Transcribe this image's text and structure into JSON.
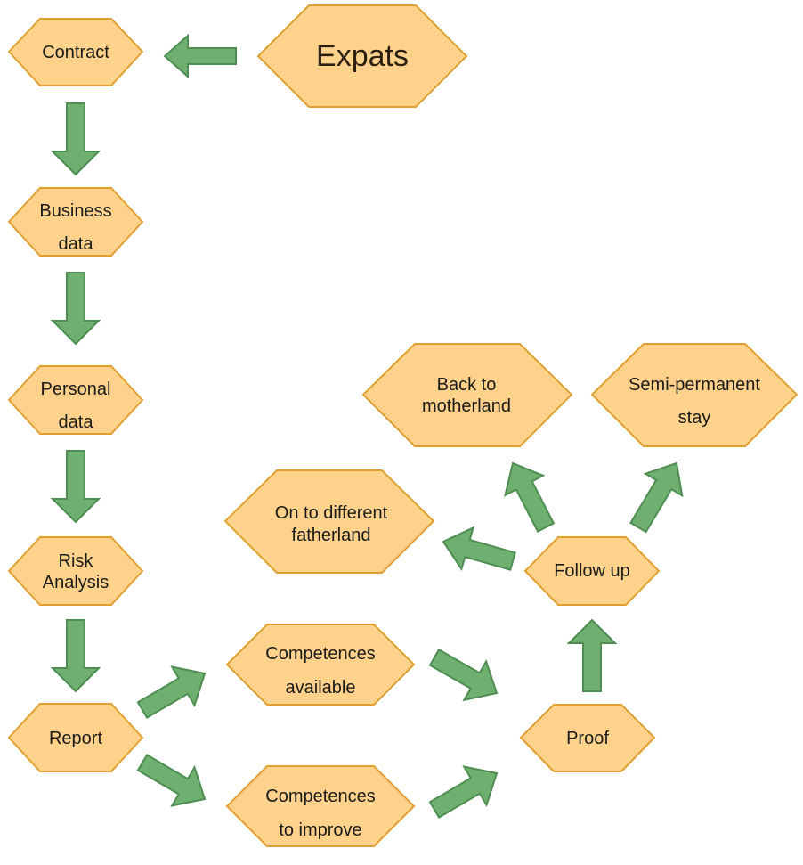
{
  "nodes": {
    "expats": [
      "Expats"
    ],
    "contract": [
      "Contract"
    ],
    "business_data": [
      "Business",
      "data"
    ],
    "personal_data": [
      "Personal",
      "data"
    ],
    "risk_analysis": [
      "Risk",
      "Analysis"
    ],
    "report": [
      "Report"
    ],
    "competences_available": [
      "Competences",
      "available"
    ],
    "competences_to_improve": [
      "Competences",
      "to improve"
    ],
    "proof": [
      "Proof"
    ],
    "follow_up": [
      "Follow up"
    ],
    "on_to_different_fatherland": [
      "On to different",
      "fatherland"
    ],
    "back_to_motherland": [
      "Back to",
      "motherland"
    ],
    "semi_permanent_stay": [
      "Semi-permanent",
      "stay"
    ]
  },
  "colors": {
    "node_fill": "#FFD28C",
    "node_stroke": "#E0A030",
    "arrow_fill": "#6FAF6F",
    "arrow_stroke": "#4E8E52"
  }
}
